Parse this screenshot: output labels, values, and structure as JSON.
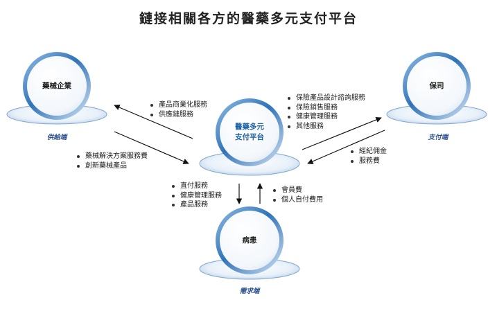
{
  "title": "鏈接相關各方的醫藥多元支付平台",
  "nodes": {
    "center": {
      "line1": "醫藥多元",
      "line2": "支付平台"
    },
    "left": {
      "label": "藥械企業",
      "side": "供給端"
    },
    "right": {
      "label": "保司",
      "side": "支付端"
    },
    "bottom": {
      "label": "病患",
      "side": "需求端"
    }
  },
  "flows": {
    "center_to_left": [
      "產品商業化服務",
      "供應鏈服務"
    ],
    "left_to_center": [
      "藥械解決方案服務費",
      "創新藥械產品"
    ],
    "center_to_right": [
      "保險產品設計諮詢服務",
      "保險銷售服務",
      "健康管理服務",
      "其他服務"
    ],
    "right_to_center": [
      "經紀佣金",
      "服務費"
    ],
    "center_to_bottom": [
      "直付服務",
      "健康管理服務",
      "產品服務"
    ],
    "bottom_to_center": [
      "會員費",
      "個人自付費用"
    ]
  },
  "colors": {
    "ring_outer": "#2f73b8",
    "ring_inner": "#cfe0f2",
    "platform_edge": "#7fa6cf",
    "center_text": "#1f63a8",
    "side_text": "#2a4f8f"
  }
}
